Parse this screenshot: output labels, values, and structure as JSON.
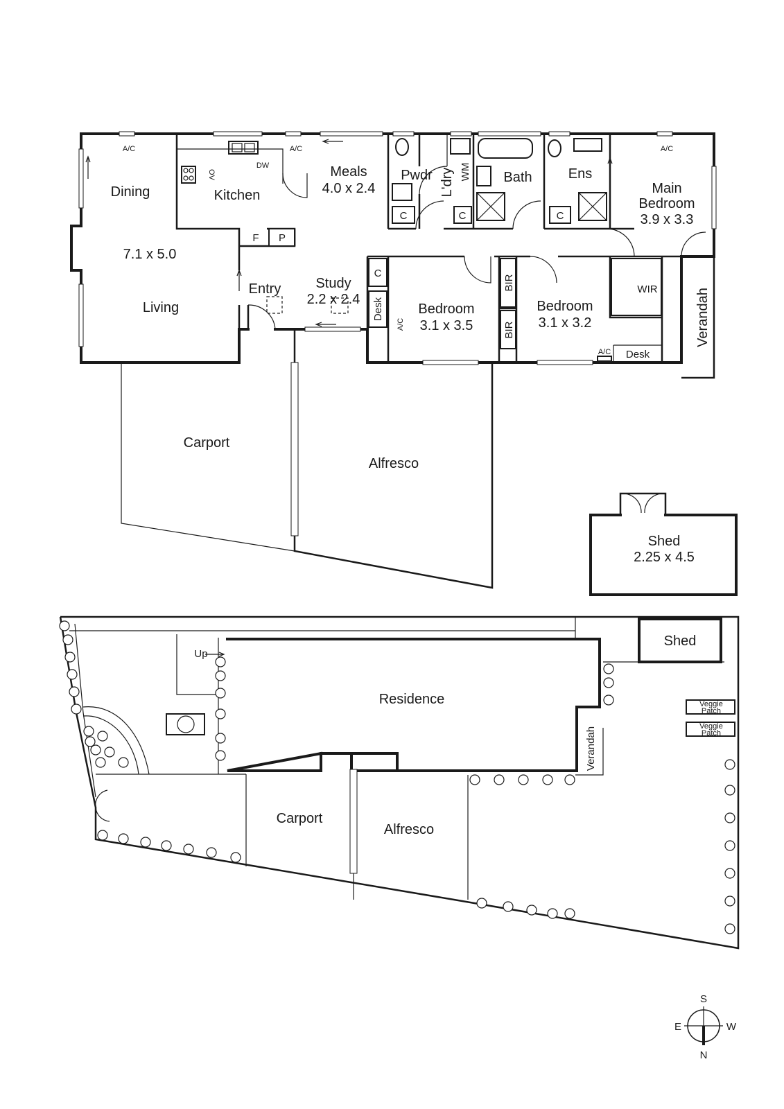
{
  "floor_plan": {
    "rooms": [
      {
        "id": "dining",
        "lines": [
          "Dining"
        ]
      },
      {
        "id": "living",
        "lines": [
          "Living"
        ]
      },
      {
        "id": "living-dims",
        "lines": [
          "7.1 x 5.0"
        ]
      },
      {
        "id": "kitchen",
        "lines": [
          "Kitchen"
        ]
      },
      {
        "id": "meals",
        "lines": [
          "Meals",
          "4.0 x 2.4"
        ]
      },
      {
        "id": "powder",
        "lines": [
          "Pwdr"
        ]
      },
      {
        "id": "laundry",
        "lines": [
          "L'dry"
        ]
      },
      {
        "id": "bath",
        "lines": [
          "Bath"
        ]
      },
      {
        "id": "ensuite",
        "lines": [
          "Ens"
        ]
      },
      {
        "id": "main-bedroom",
        "lines": [
          "Main",
          "Bedroom",
          "3.9 x 3.3"
        ]
      },
      {
        "id": "entry",
        "lines": [
          "Entry"
        ]
      },
      {
        "id": "study",
        "lines": [
          "Study",
          "2.2 x 2.4"
        ]
      },
      {
        "id": "bedroom-2",
        "lines": [
          "Bedroom",
          "3.1 x 3.5"
        ]
      },
      {
        "id": "bedroom-3",
        "lines": [
          "Bedroom",
          "3.1 x 3.2"
        ]
      },
      {
        "id": "wir",
        "lines": [
          "WIR"
        ]
      },
      {
        "id": "verandah",
        "lines": [
          "Verandah"
        ]
      },
      {
        "id": "carport",
        "lines": [
          "Carport"
        ]
      },
      {
        "id": "alfresco",
        "lines": [
          "Alfresco"
        ]
      },
      {
        "id": "shed",
        "lines": [
          "Shed",
          "2.25 x 4.5"
        ]
      }
    ],
    "fixtures": {
      "ac": "A/C",
      "dw": "DW",
      "ov": "OV",
      "wm": "WM",
      "fridge": "F",
      "pantry": "P",
      "cupboard": "C",
      "bir": "BIR",
      "desk": "Desk"
    }
  },
  "site_plan": {
    "labels": {
      "residence": "Residence",
      "carport": "Carport",
      "alfresco": "Alfresco",
      "verandah": "Verandah",
      "shed": "Shed",
      "up": "Up",
      "veggie_patch": [
        "Veggie",
        "Patch"
      ]
    }
  },
  "compass": {
    "north": "N",
    "south": "S",
    "east": "E",
    "west": "W"
  }
}
